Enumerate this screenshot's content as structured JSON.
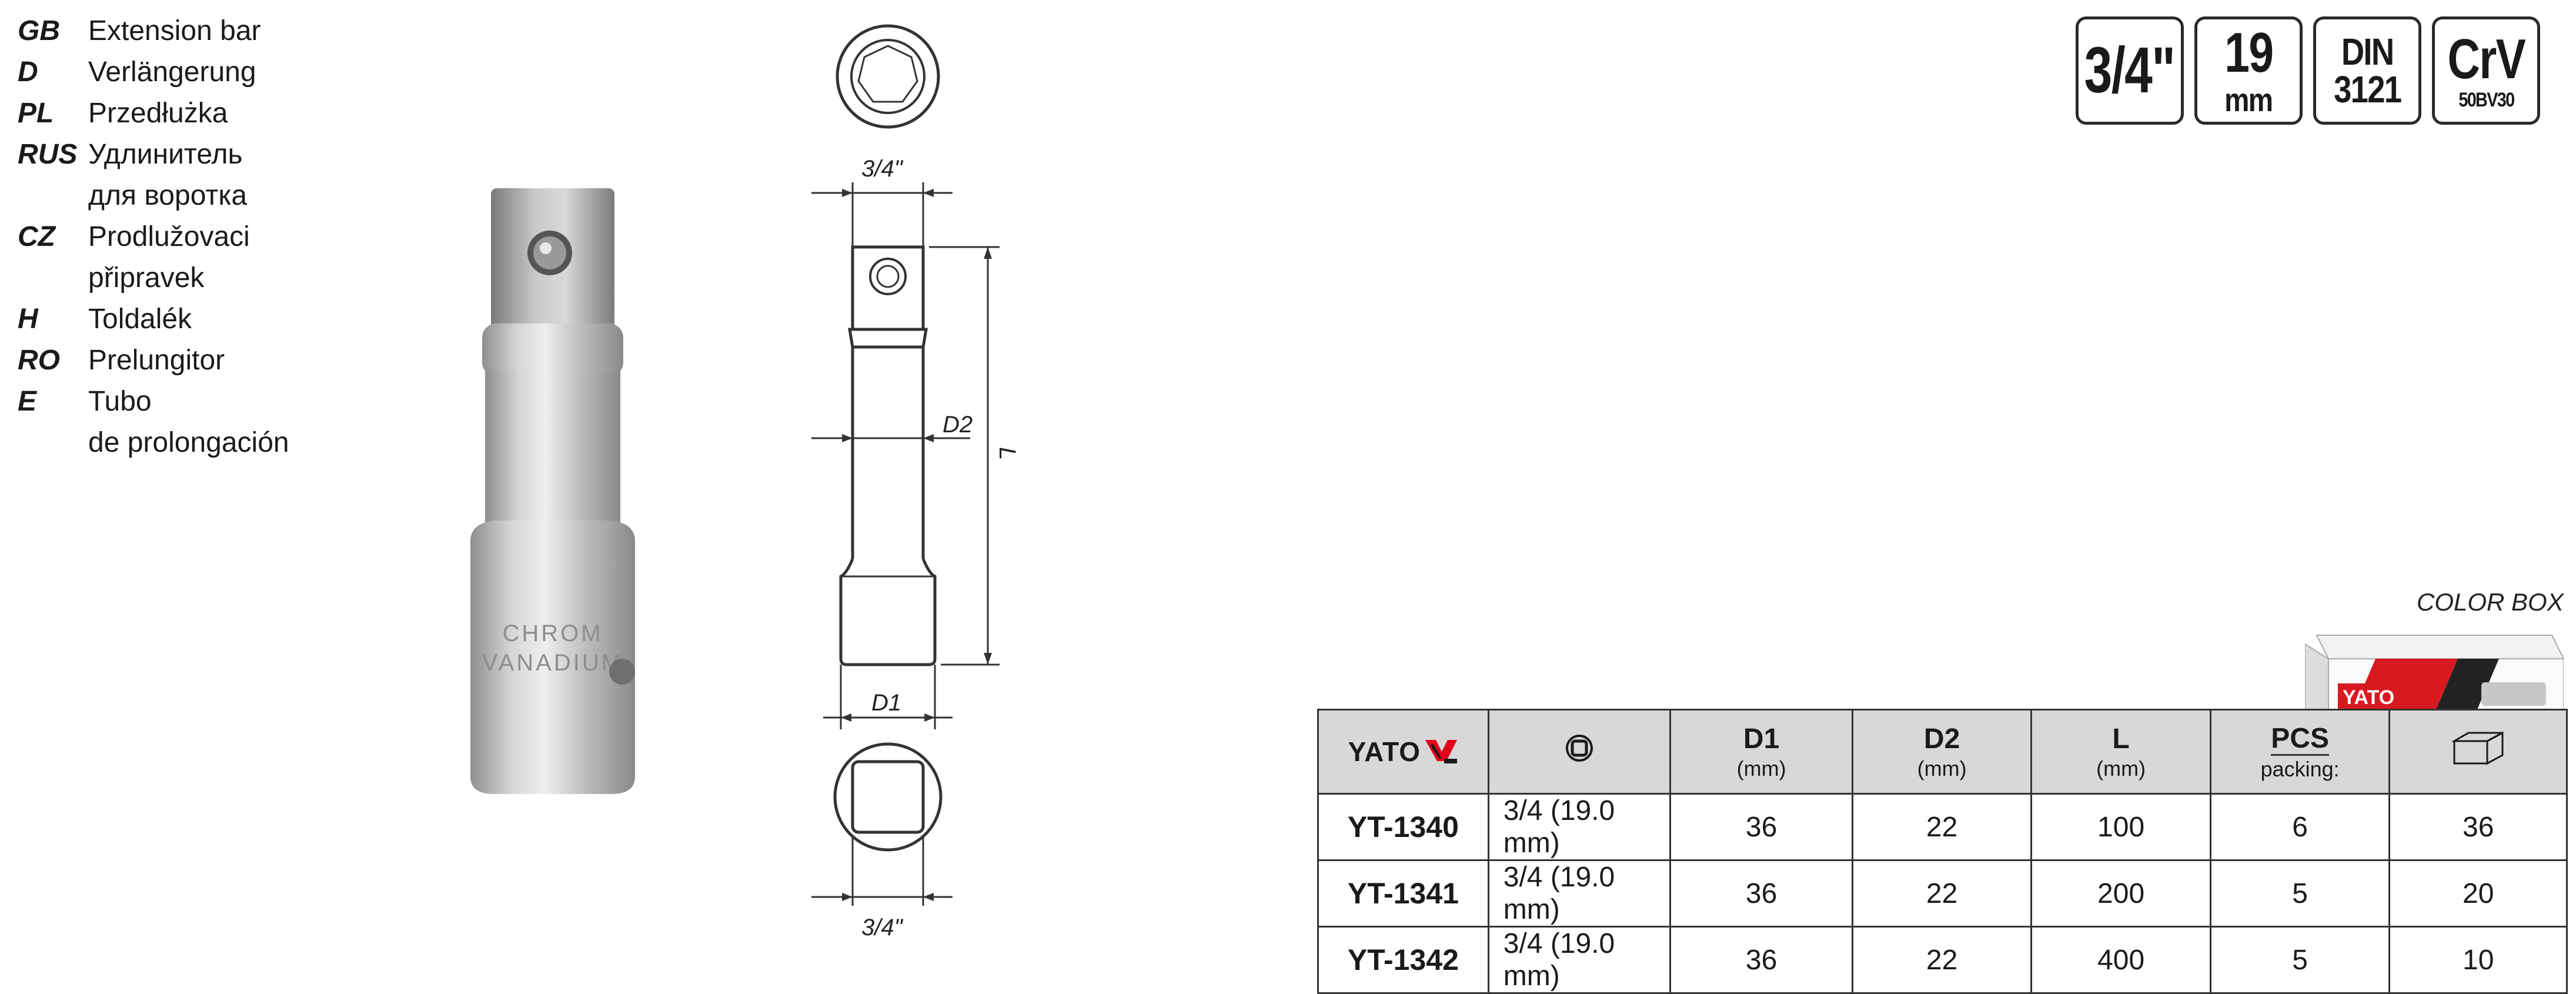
{
  "languages": [
    {
      "code": "GB",
      "text": [
        "Extension bar"
      ]
    },
    {
      "code": "D",
      "text": [
        "Verlängerung"
      ]
    },
    {
      "code": "PL",
      "text": [
        "Przedłużka"
      ]
    },
    {
      "code": "RUS",
      "text": [
        "Удлинитель",
        "для воротка"
      ]
    },
    {
      "code": "CZ",
      "text": [
        "Prodlužovaci",
        "připravek"
      ]
    },
    {
      "code": "H",
      "text": [
        "Toldalék"
      ]
    },
    {
      "code": "RO",
      "text": [
        "Prelungitor"
      ]
    },
    {
      "code": "E",
      "text": [
        "Tubo",
        "de prolongación"
      ]
    }
  ],
  "photo": {
    "engraving": [
      "CHROM",
      "VANADIUM"
    ]
  },
  "drawing": {
    "top_label": "3/4\"",
    "bottom_label": "3/4\"",
    "d1": "D1",
    "d2": "D2",
    "length": "L"
  },
  "badges": [
    {
      "line1": "3/4\""
    },
    {
      "line1": "19",
      "line2": "mm"
    },
    {
      "line1": "DIN",
      "line2": "3121"
    },
    {
      "line1": "CrV",
      "line2": "50BV30"
    }
  ],
  "color_box": {
    "label": "COLOR BOX",
    "brand": "YATO"
  },
  "table": {
    "logo": "YATO",
    "headers": {
      "d1": "D1",
      "d1_unit": "(mm)",
      "d2": "D2",
      "d2_unit": "(mm)",
      "l": "L",
      "l_unit": "(mm)",
      "pcs": "PCS",
      "pcs_sub": "packing:"
    },
    "rows": [
      {
        "code": "YT-1340",
        "size": "3/4  (19.0 mm)",
        "d1": "36",
        "d2": "22",
        "l": "100",
        "pcs": "6",
        "box": "36"
      },
      {
        "code": "YT-1341",
        "size": "3/4  (19.0 mm)",
        "d1": "36",
        "d2": "22",
        "l": "200",
        "pcs": "5",
        "box": "20"
      },
      {
        "code": "YT-1342",
        "size": "3/4  (19.0 mm)",
        "d1": "36",
        "d2": "22",
        "l": "400",
        "pcs": "5",
        "box": "10"
      }
    ]
  },
  "colors": {
    "logo_red": "#e2001a",
    "header_gray": "#d8d8d8",
    "steel": "#b9b9b9"
  }
}
